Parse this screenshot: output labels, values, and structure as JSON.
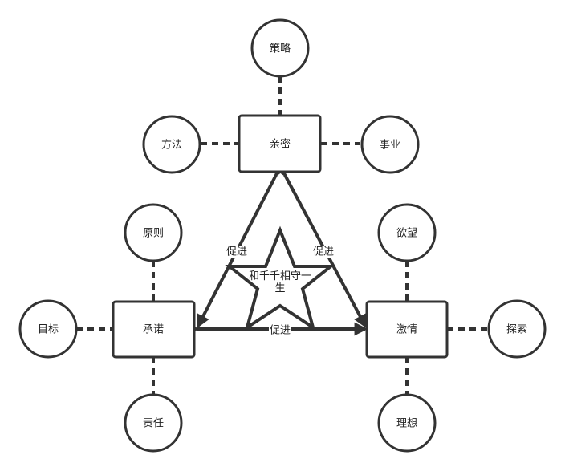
{
  "nodes": {
    "intimacy": "亲密",
    "commitment": "承诺",
    "passion": "激情",
    "strategy": "策略",
    "method": "方法",
    "career": "事业",
    "principle": "原则",
    "goal": "目标",
    "responsibility": "责任",
    "desire": "欲望",
    "explore": "探索",
    "ideal": "理想"
  },
  "edges": {
    "left": "促进",
    "right": "促进",
    "bottom": "促进"
  },
  "center": "和千千相守一生",
  "colors": {
    "stroke": "#333333",
    "fill": "#ffffff"
  }
}
